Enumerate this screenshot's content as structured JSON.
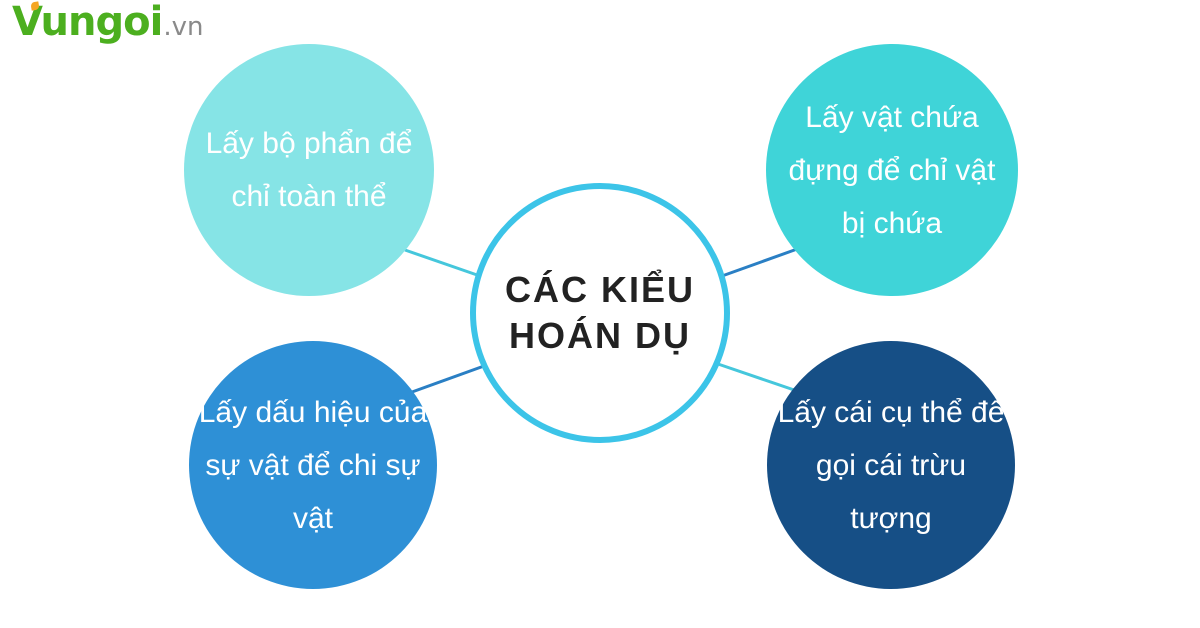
{
  "logo": {
    "main": "Vungoi",
    "suffix": ".vn"
  },
  "center": {
    "label": "CÁC KIỂU HOÁN DỤ"
  },
  "nodes": {
    "top_left": {
      "label": "Lấy bộ phẩn để chỉ toàn thể"
    },
    "top_right": {
      "label": "Lấy vật chứa đựng để chỉ vật bị chứa"
    },
    "bottom_left": {
      "label": "Lấy dấu hiệu của sự vật để chi sự vật"
    },
    "bottom_right": {
      "label": "Lấy cái cụ thể để gọi cái trừu tượng"
    }
  },
  "colors": {
    "top_left": "#86e4e6",
    "top_right": "#3fd4d8",
    "bottom_left": "#2e90d6",
    "bottom_right": "#164f86",
    "center_border": "#3cc4e8",
    "logo_green": "#4caf1f"
  }
}
